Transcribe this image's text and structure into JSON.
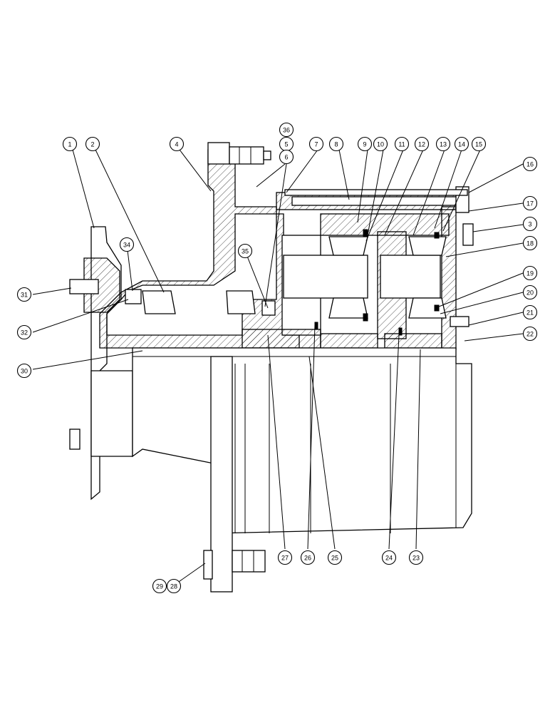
{
  "callouts": [
    {
      "id": "c1",
      "label": "1"
    },
    {
      "id": "c2",
      "label": "2"
    },
    {
      "id": "c4",
      "label": "4"
    },
    {
      "id": "c36",
      "label": "36"
    },
    {
      "id": "c5",
      "label": "5"
    },
    {
      "id": "c6",
      "label": "6"
    },
    {
      "id": "c7",
      "label": "7"
    },
    {
      "id": "c8",
      "label": "8"
    },
    {
      "id": "c9",
      "label": "9"
    },
    {
      "id": "c10",
      "label": "10"
    },
    {
      "id": "c11",
      "label": "11"
    },
    {
      "id": "c12",
      "label": "12"
    },
    {
      "id": "c13",
      "label": "13"
    },
    {
      "id": "c14",
      "label": "14"
    },
    {
      "id": "c15",
      "label": "15"
    },
    {
      "id": "c16",
      "label": "16"
    },
    {
      "id": "c17",
      "label": "17"
    },
    {
      "id": "c3",
      "label": "3"
    },
    {
      "id": "c18",
      "label": "18"
    },
    {
      "id": "c19",
      "label": "19"
    },
    {
      "id": "c20",
      "label": "20"
    },
    {
      "id": "c21",
      "label": "21"
    },
    {
      "id": "c22",
      "label": "22"
    },
    {
      "id": "c31",
      "label": "31"
    },
    {
      "id": "c34",
      "label": "34"
    },
    {
      "id": "c35",
      "label": "35"
    },
    {
      "id": "c32",
      "label": "32"
    },
    {
      "id": "c30",
      "label": "30"
    },
    {
      "id": "c27",
      "label": "27"
    },
    {
      "id": "c26",
      "label": "26"
    },
    {
      "id": "c25",
      "label": "25"
    },
    {
      "id": "c24",
      "label": "24"
    },
    {
      "id": "c23",
      "label": "23"
    },
    {
      "id": "c29",
      "label": "29"
    },
    {
      "id": "c28",
      "label": "28"
    }
  ]
}
